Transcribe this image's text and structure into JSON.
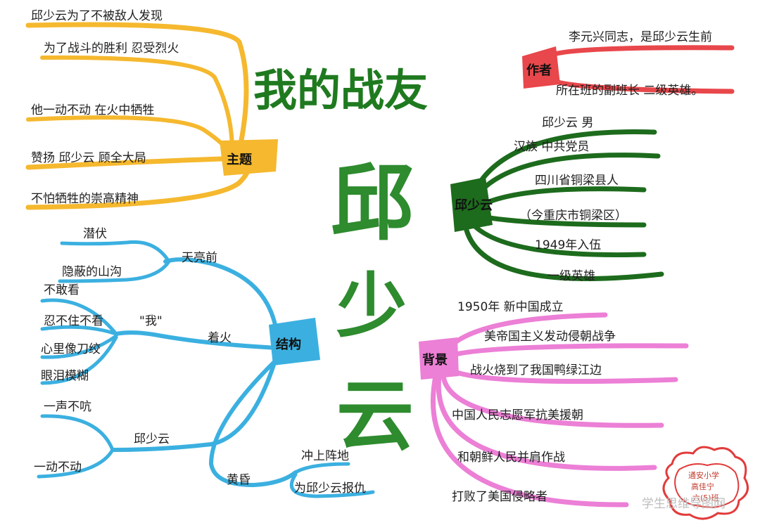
{
  "title": "我的战友",
  "center_name": [
    "邱",
    "少",
    "云"
  ],
  "theme": {
    "hub": "主题",
    "color": "#f5b82e",
    "items": [
      "邱少云为了不被敌人发现",
      "为了战斗的胜利 忍受烈火",
      "他一动不动 在火中牺牲",
      "赞扬 邱少云 顾全大局",
      "不怕牺牲的崇高精神"
    ]
  },
  "author": {
    "hub": "作者",
    "color": "#e8474b",
    "items": [
      "李元兴同志，是邱少云生前",
      "所在班的副班长 二级英雄。"
    ]
  },
  "profile": {
    "hub": "邱少云",
    "color": "#1d6b1d",
    "items": [
      "邱少云 男",
      "汉族 中共党员",
      "四川省铜梁县人",
      "（今重庆市铜梁区）",
      "1949年入伍",
      "一级英雄"
    ]
  },
  "structure": {
    "hub": "结构",
    "color": "#3bb0e0",
    "groups": [
      {
        "label": "天亮前",
        "items": [
          "潜伏",
          "隐蔽的山沟"
        ]
      },
      {
        "label": "着火",
        "sub": "\"我\"",
        "items": [
          "不敢看",
          "忍不住不看",
          "心里像刀绞",
          "眼泪模糊"
        ]
      },
      {
        "label": "邱少云",
        "items": [
          "一声不吭",
          "一动不动"
        ]
      },
      {
        "label": "黄昏",
        "items": [
          "冲上阵地",
          "为邱少云报仇"
        ]
      }
    ]
  },
  "background": {
    "hub": "背景",
    "color": "#ec7fd6",
    "items": [
      "1950年 新中国成立",
      "美帝国主义发动侵朝战争",
      "战火烧到了我国鸭绿江边",
      "中国人民志愿军抗美援朝",
      "和朝鲜人民并肩作战",
      "打败了美国侵略者"
    ]
  },
  "stamp": [
    "通安小学",
    "高佳宁",
    "六(5)班"
  ],
  "watermark": "学生思维导图网"
}
